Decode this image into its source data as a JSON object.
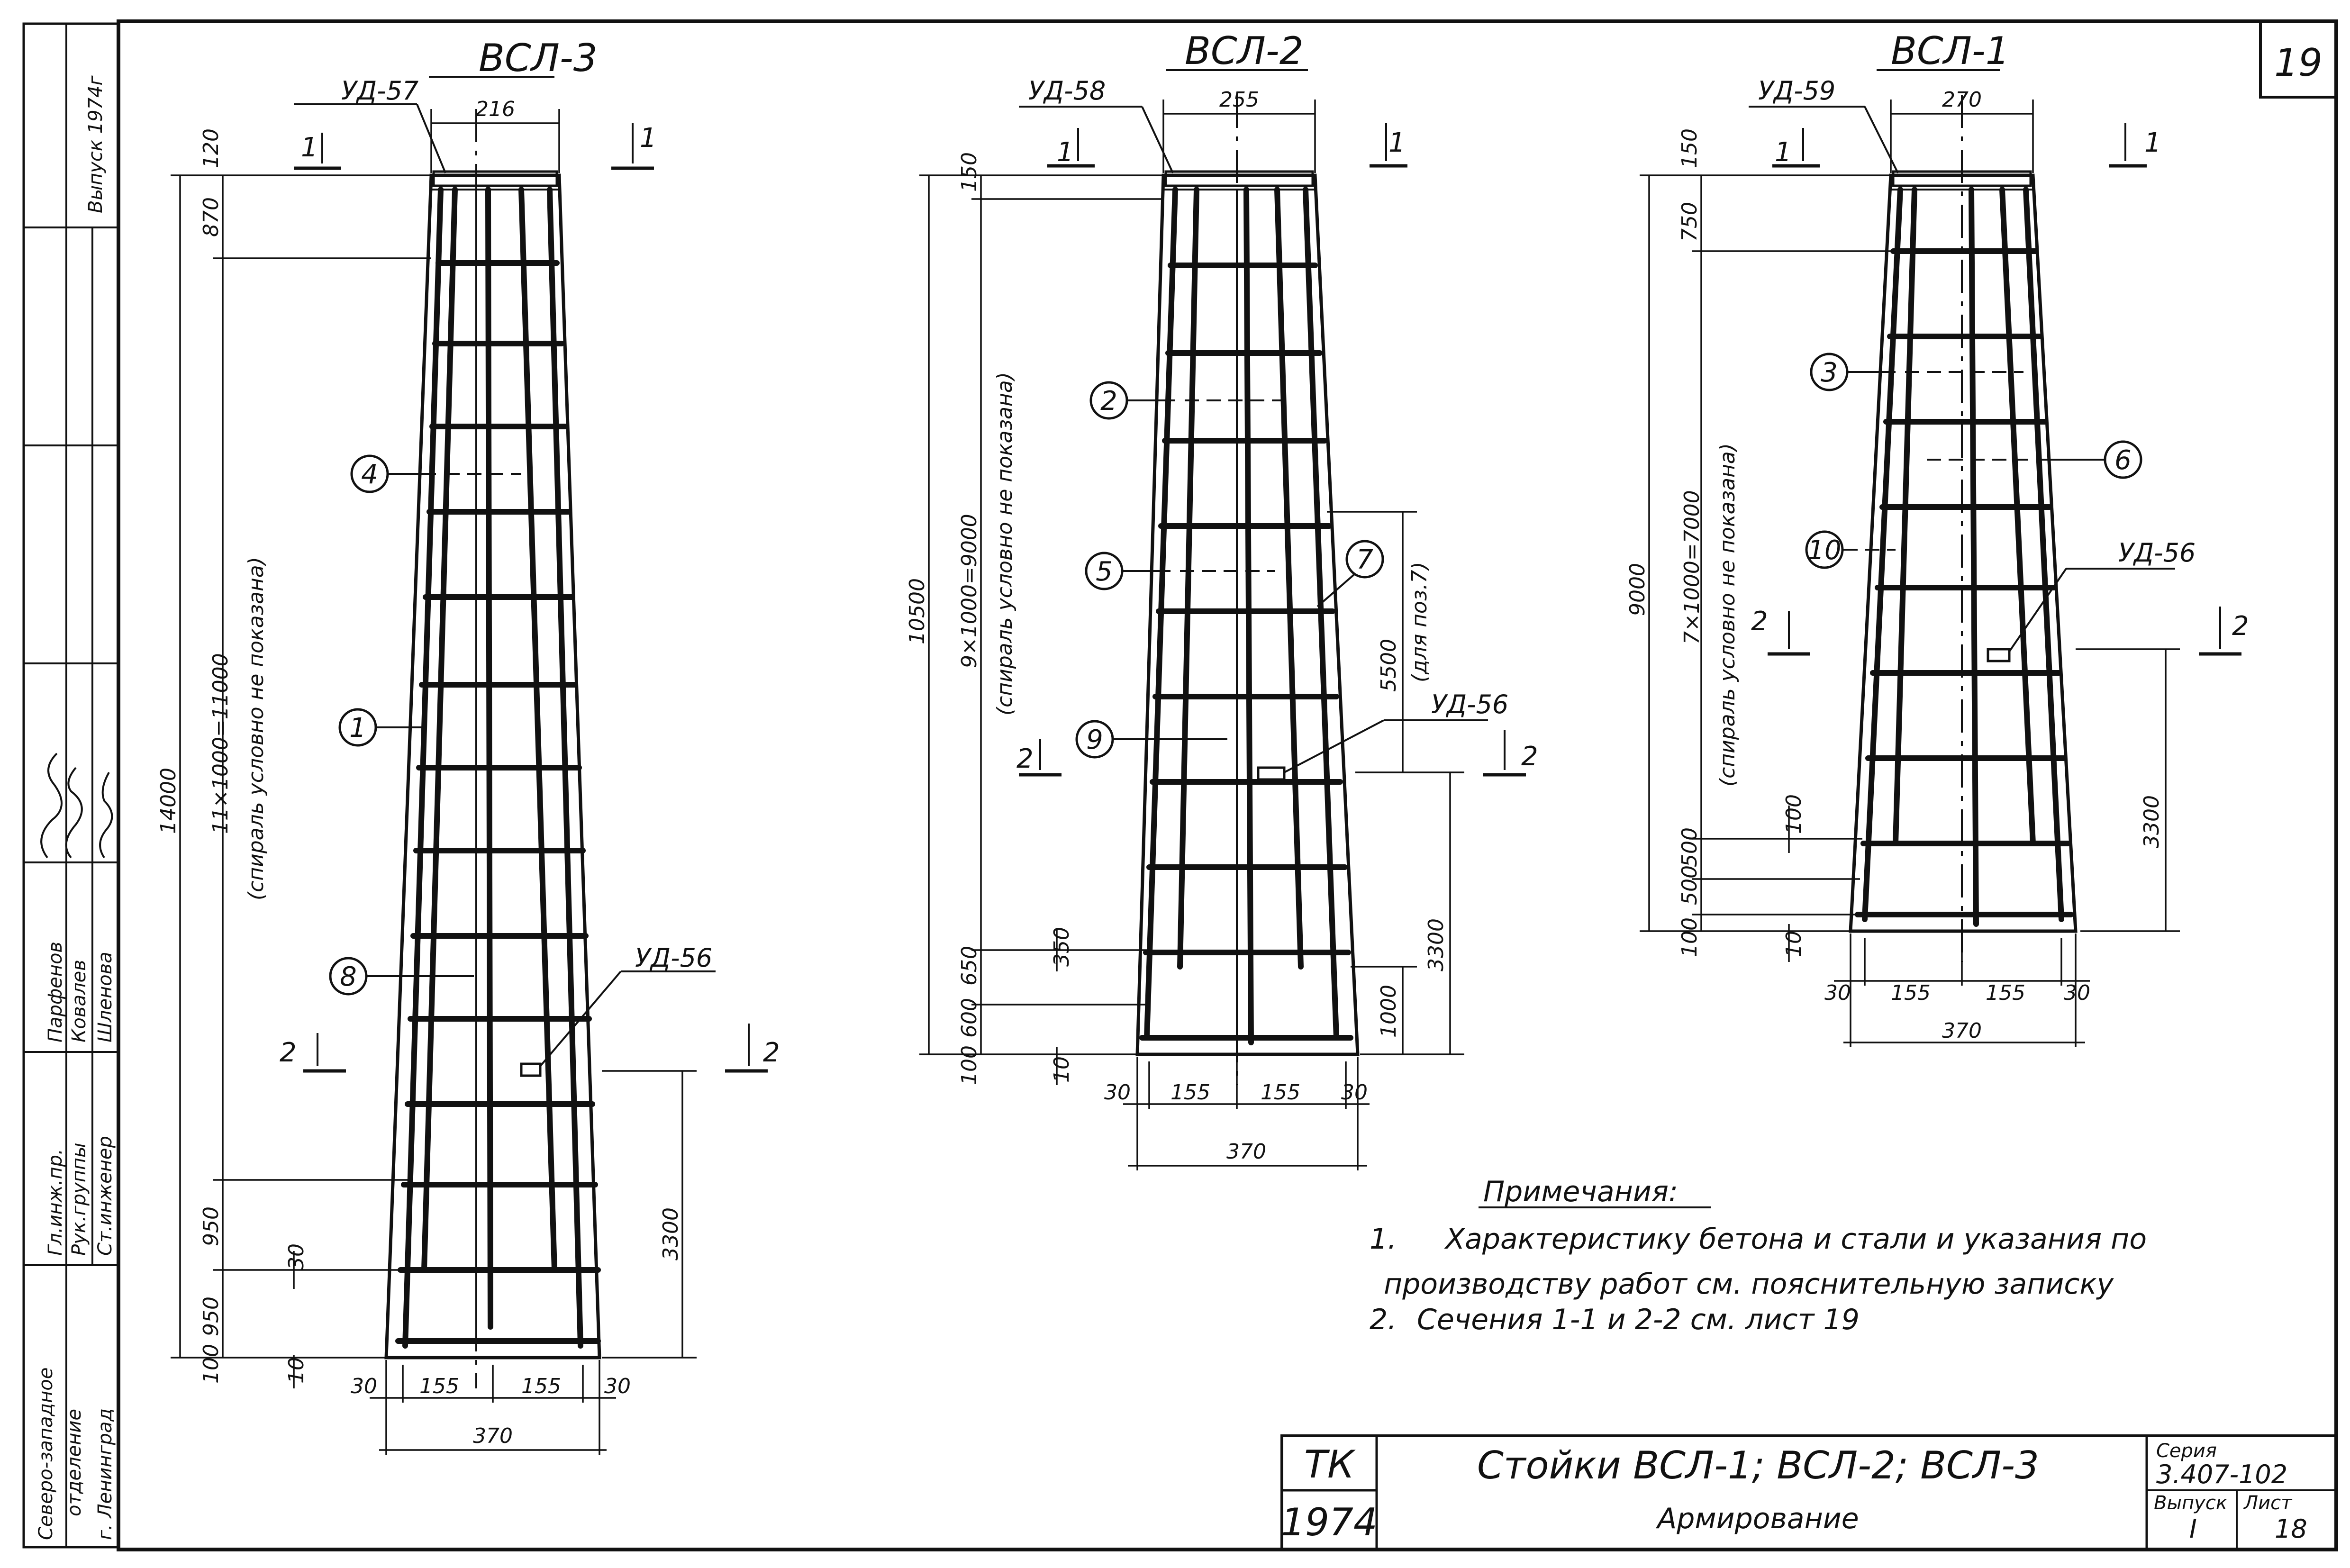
{
  "sheet_number": "19",
  "side_block": {
    "issue_year": "Выпуск 1974г",
    "signatures": [
      {
        "role": "Гл.инж.пр.",
        "name": "Парфенов"
      },
      {
        "role": "Рук.группы",
        "name": "Ковалев"
      },
      {
        "role": "Ст.инженер",
        "name": "Шленова"
      }
    ],
    "organization": [
      "Северо-западное",
      "отделение",
      "г. Ленинград"
    ]
  },
  "columns": [
    {
      "id": "vsl3",
      "title": "ВСЛ-3",
      "part": "УД-57",
      "top_width": "216",
      "bottom_dims": [
        "30",
        "155",
        "155",
        "30"
      ],
      "total_width": "370",
      "section_labels": [
        "1",
        "1",
        "2",
        "2"
      ],
      "left_dims": [
        "120",
        "870",
        "950",
        "950",
        "100",
        "30",
        "10"
      ],
      "height_total": "14000",
      "spiral_dim": "11×1000=11000",
      "spiral_note": "(спираль условно не показана)",
      "insert_part": "УД-56",
      "insert_dim": "3300",
      "positions": [
        "4",
        "1",
        "8"
      ]
    },
    {
      "id": "vsl2",
      "title": "ВСЛ-2",
      "part": "УД-58",
      "top_width": "255",
      "bottom_dims": [
        "30",
        "155",
        "155",
        "30"
      ],
      "total_width": "370",
      "section_labels": [
        "1",
        "1",
        "2",
        "2"
      ],
      "left_dims": [
        "150",
        "650",
        "600",
        "100",
        "350",
        "10"
      ],
      "height_total": "10500",
      "spiral_dim": "9×1000=9000",
      "spiral_note": "(спираль условно не показана)",
      "pos7_dim": "5500",
      "pos7_note": "(для поз.7)",
      "insert_part": "УД-56",
      "insert_dim": "3300",
      "lower_dim": "1000",
      "positions": [
        "2",
        "5",
        "7",
        "9"
      ]
    },
    {
      "id": "vsl1",
      "title": "ВСЛ-1",
      "part": "УД-59",
      "top_width": "270",
      "bottom_dims": [
        "30",
        "155",
        "155",
        "30"
      ],
      "total_width": "370",
      "section_labels": [
        "1",
        "1",
        "2",
        "2"
      ],
      "left_dims": [
        "150",
        "750",
        "500",
        "500",
        "100",
        "100",
        "10"
      ],
      "height_total": "9000",
      "spiral_dim": "7×1000=7000",
      "spiral_note": "(спираль условно не показана)",
      "insert_part": "УД-56",
      "insert_dim": "3300",
      "positions": [
        "3",
        "6",
        "10"
      ]
    }
  ],
  "notes": {
    "heading": "Примечания:",
    "items": [
      {
        "num": "1.",
        "text": "Характеристику бетона и стали и указания по"
      },
      {
        "num": "",
        "text": "производству работ см. пояснительную записку"
      },
      {
        "num": "2.",
        "text": "Сечения 1-1 и 2-2 см. лист 19"
      }
    ]
  },
  "title_block": {
    "org": "ТК",
    "year": "1974",
    "title": "Стойки ВСЛ-1; ВСЛ-2; ВСЛ-3",
    "subtitle": "Армирование",
    "series_label": "Серия",
    "series": "3.407-102",
    "issue_label": "Выпуск",
    "issue": "I",
    "sheet_label": "Лист",
    "sheet": "18"
  }
}
